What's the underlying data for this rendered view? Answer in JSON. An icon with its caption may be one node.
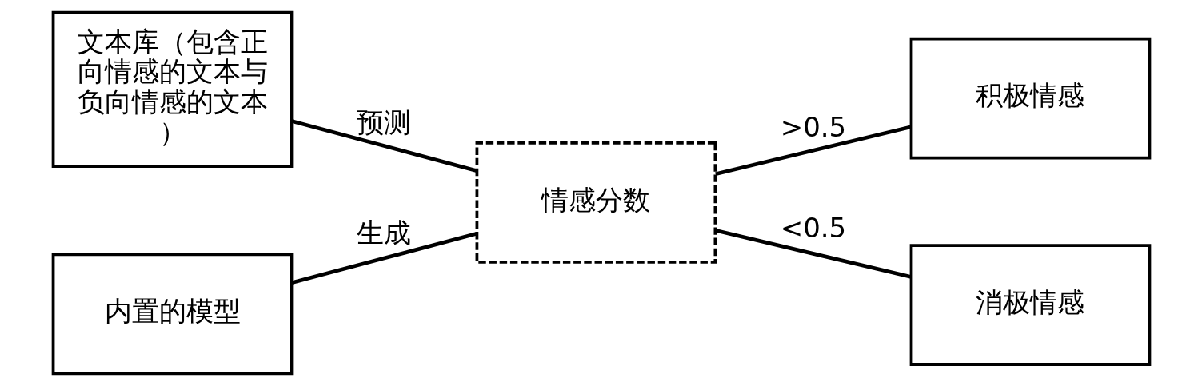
{
  "diagram": {
    "nodes": [
      {
        "text": [
          "文本库（包含正向情感的文本与负向情感的文本）"
        ]
      },
      {
        "text": [
          "内置的模型"
        ]
      },
      {
        "text": [
          "情感分数"
        ]
      },
      {
        "text": [
          "积极情感"
        ]
      },
      {
        "text": [
          "消极情感"
        ]
      }
    ],
    "edges": [
      {
        "from": 0,
        "to": 2,
        "arrow": "none",
        "label": "预测"
      },
      {
        "from": 1,
        "to": 2,
        "arrow": "none",
        "label": "生成"
      },
      {
        "from": 2,
        "to": 3,
        "arrow": "none",
        "label": ">0.5"
      },
      {
        "from": 2,
        "to": 4,
        "arrow": "none",
        "label": "<0.5"
      }
    ]
  }
}
